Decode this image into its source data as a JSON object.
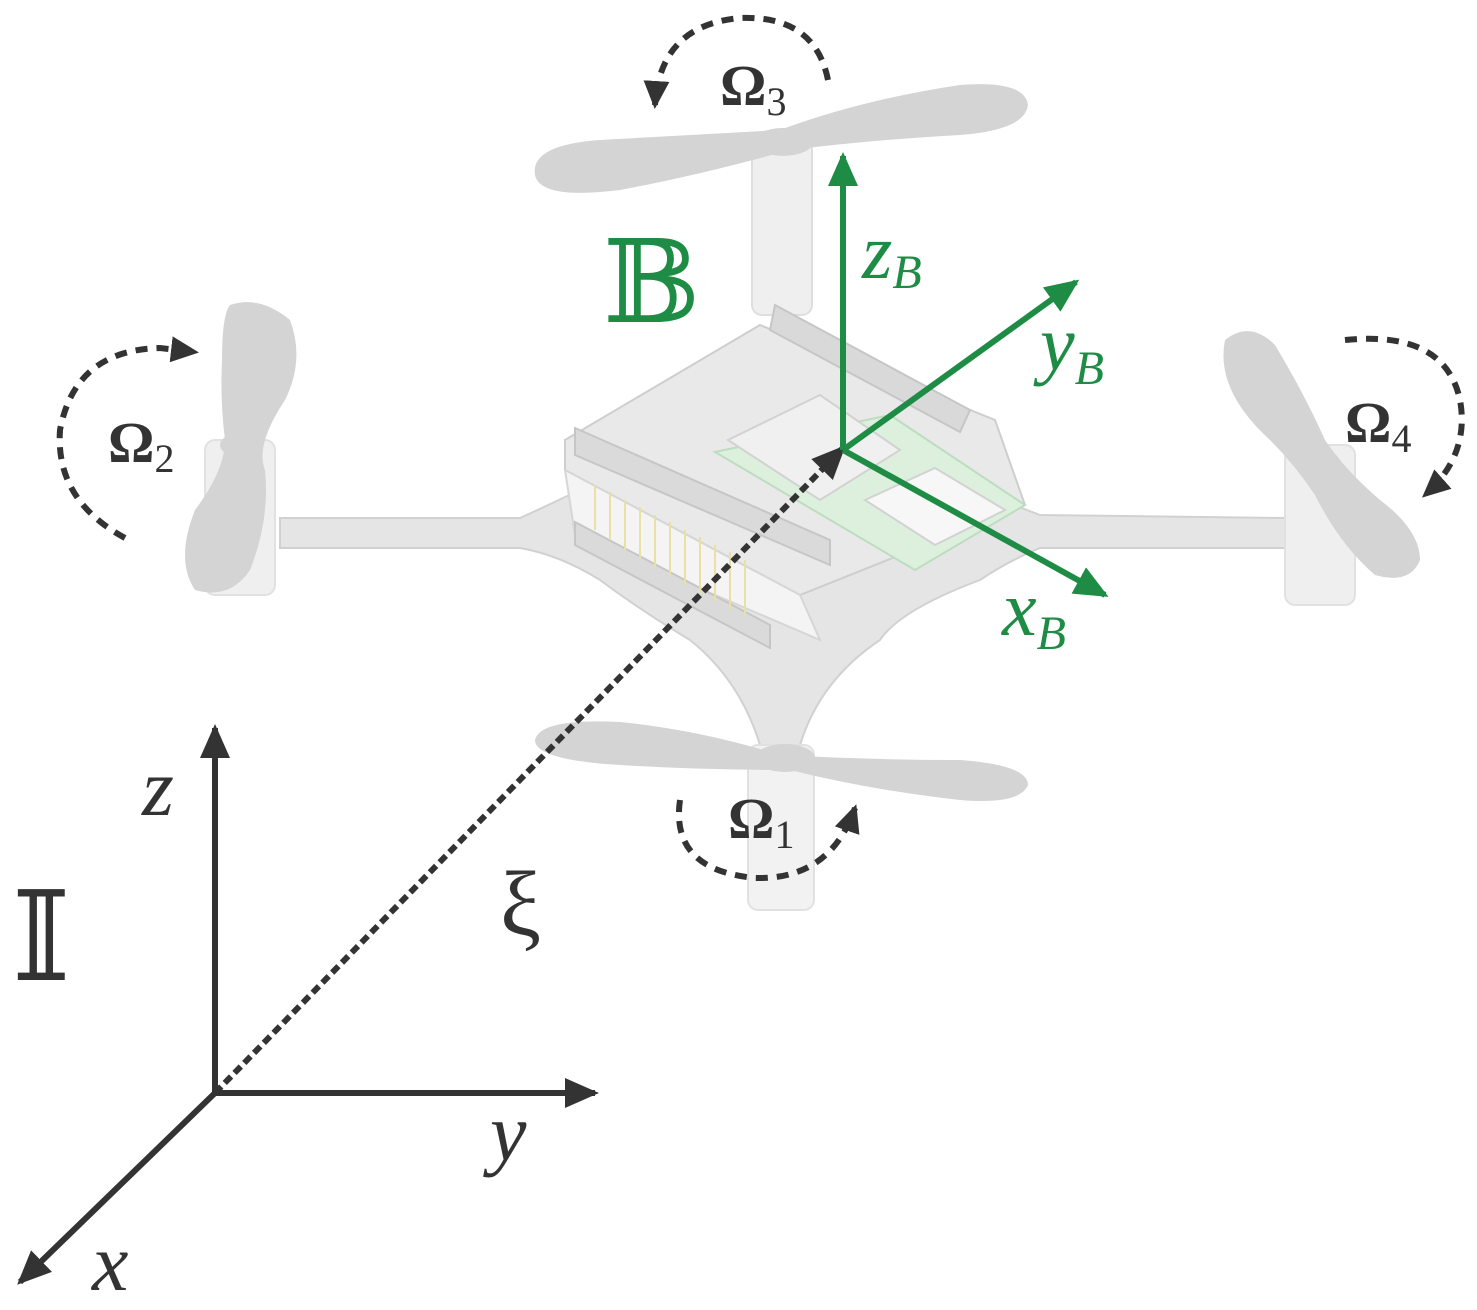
{
  "world_frame": {
    "symbol": "𝕀",
    "axes": {
      "x": "x",
      "y": "y",
      "z": "z"
    }
  },
  "body_frame": {
    "symbol": "𝔹",
    "axes": {
      "x": "x",
      "x_sub": "B",
      "y": "y",
      "y_sub": "B",
      "z": "z",
      "z_sub": "B"
    }
  },
  "position_vector": {
    "symbol": "ξ"
  },
  "rotors": [
    {
      "id": "1",
      "symbol": "Ω",
      "sub": "1"
    },
    {
      "id": "2",
      "symbol": "Ω",
      "sub": "2"
    },
    {
      "id": "3",
      "symbol": "Ω",
      "sub": "3"
    },
    {
      "id": "4",
      "symbol": "Ω",
      "sub": "4"
    }
  ],
  "colors": {
    "body_frame": "#1e8c45",
    "world_frame": "#333333",
    "drone": "#d0d0d0"
  }
}
